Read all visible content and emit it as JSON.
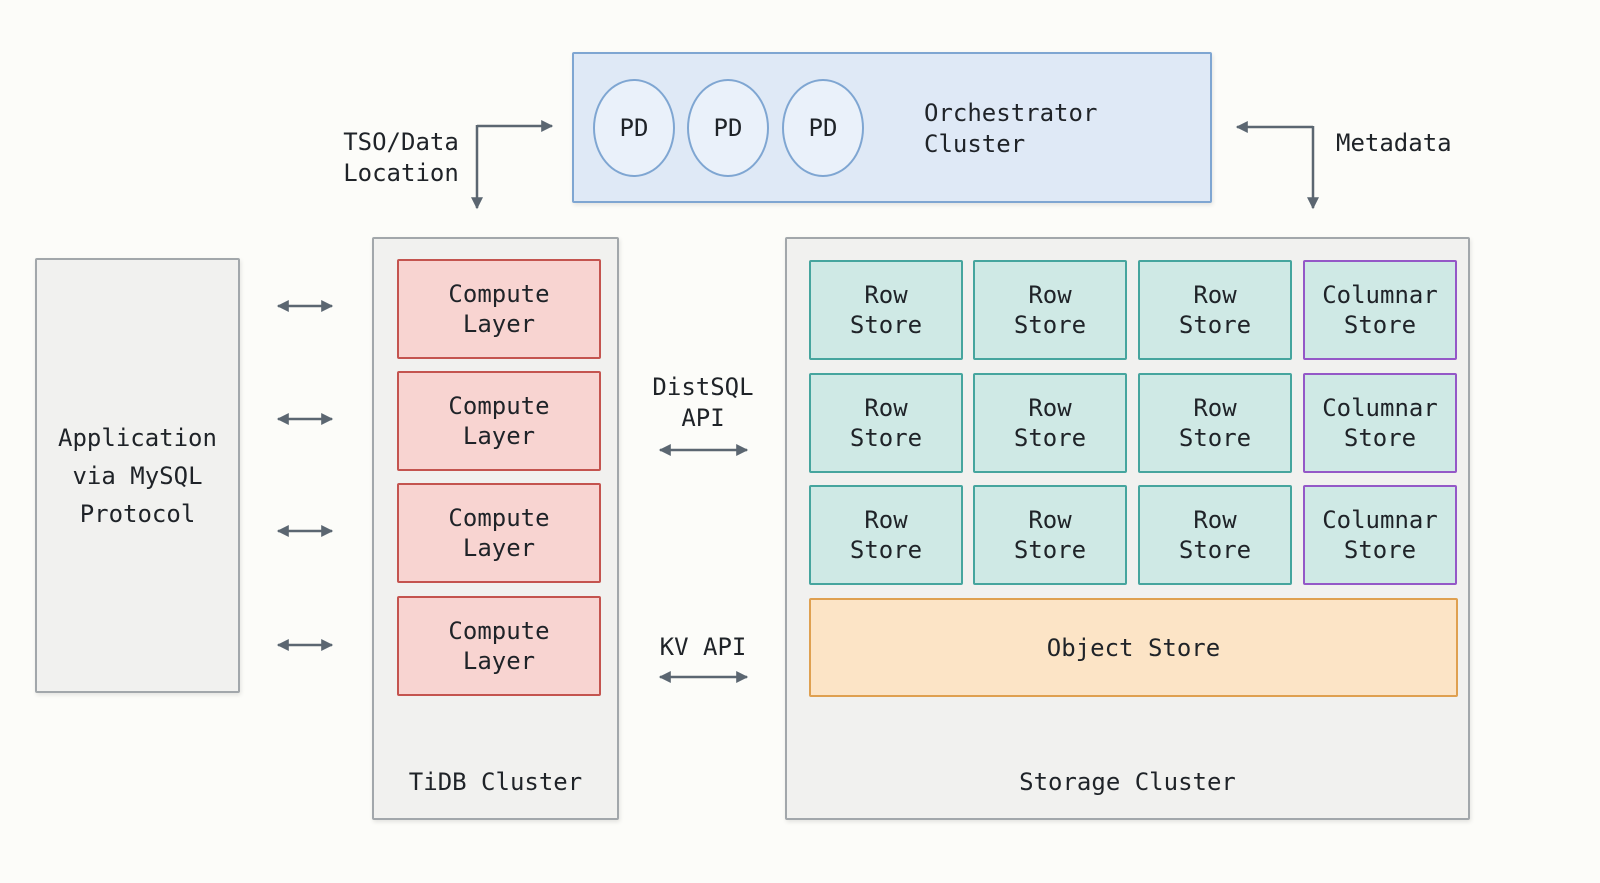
{
  "orchestrator": {
    "label": "Orchestrator\nCluster",
    "nodes": [
      "PD",
      "PD",
      "PD"
    ]
  },
  "application": {
    "label": "Application\nvia MySQL\nProtocol"
  },
  "tidb_cluster": {
    "label": "TiDB Cluster",
    "compute_nodes": [
      "Compute\nLayer",
      "Compute\nLayer",
      "Compute\nLayer",
      "Compute\nLayer"
    ]
  },
  "storage_cluster": {
    "label": "Storage Cluster",
    "row_stores": [
      "Row\nStore",
      "Row\nStore",
      "Row\nStore",
      "Row\nStore",
      "Row\nStore",
      "Row\nStore",
      "Row\nStore",
      "Row\nStore",
      "Row\nStore"
    ],
    "columnar_stores": [
      "Columnar\nStore",
      "Columnar\nStore",
      "Columnar\nStore"
    ],
    "object_store": "Object Store"
  },
  "edges": {
    "tso": "TSO/Data\nLocation",
    "metadata": "Metadata",
    "distsql": "DistSQL\nAPI",
    "kv": "KV API"
  },
  "colors": {
    "background": "#fcfcf9",
    "orchestrator_fill": "#dfe9f6",
    "orchestrator_border": "#7fa6d2",
    "pd_fill": "#eaf1fa",
    "cluster_fill": "#f1f1ef",
    "cluster_border": "#a2a7ab",
    "compute_fill": "#f8d4d1",
    "compute_border": "#c4544f",
    "store_fill": "#cfe9e5",
    "row_store_border": "#46a59e",
    "columnar_store_border": "#9458c7",
    "object_store_fill": "#fce4c6",
    "object_store_border": "#dfa050",
    "arrow": "#5b6671",
    "text": "#1f2328"
  }
}
